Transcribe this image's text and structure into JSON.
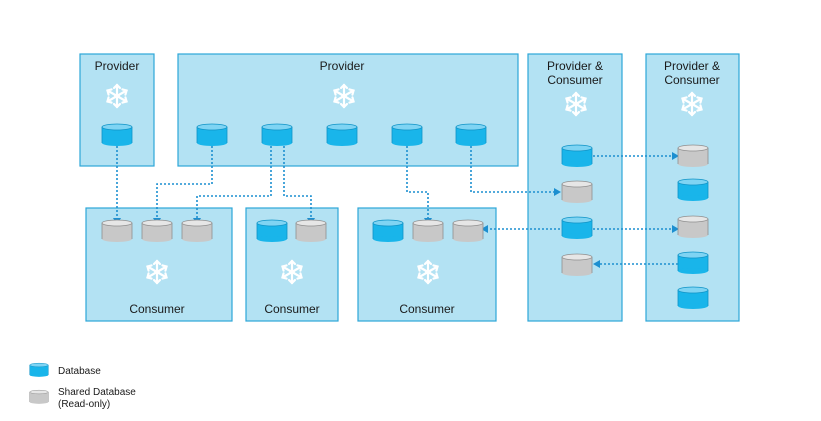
{
  "boxes": {
    "provider_1": {
      "label": "Provider"
    },
    "provider_2": {
      "label": "Provider"
    },
    "provider_consumer_1": {
      "label_line1": "Provider &",
      "label_line2": "Consumer"
    },
    "provider_consumer_2": {
      "label_line1": "Provider &",
      "label_line2": "Consumer"
    },
    "consumer_1": {
      "label": "Consumer"
    },
    "consumer_2": {
      "label": "Consumer"
    },
    "consumer_3": {
      "label": "Consumer"
    }
  },
  "legend": {
    "database": "Database",
    "shared_line1": "Shared Database",
    "shared_line2": "(Read-only)"
  },
  "colors": {
    "box_fill": "#b3e2f3",
    "box_border": "#2da7d8",
    "database": "#19b5ea",
    "shared_database": "#c8c8c8",
    "connector": "#1c8fd0"
  },
  "icons": {
    "snowflake": "snowflake-icon",
    "database": "database-icon",
    "shared_database": "shared-database-icon"
  }
}
